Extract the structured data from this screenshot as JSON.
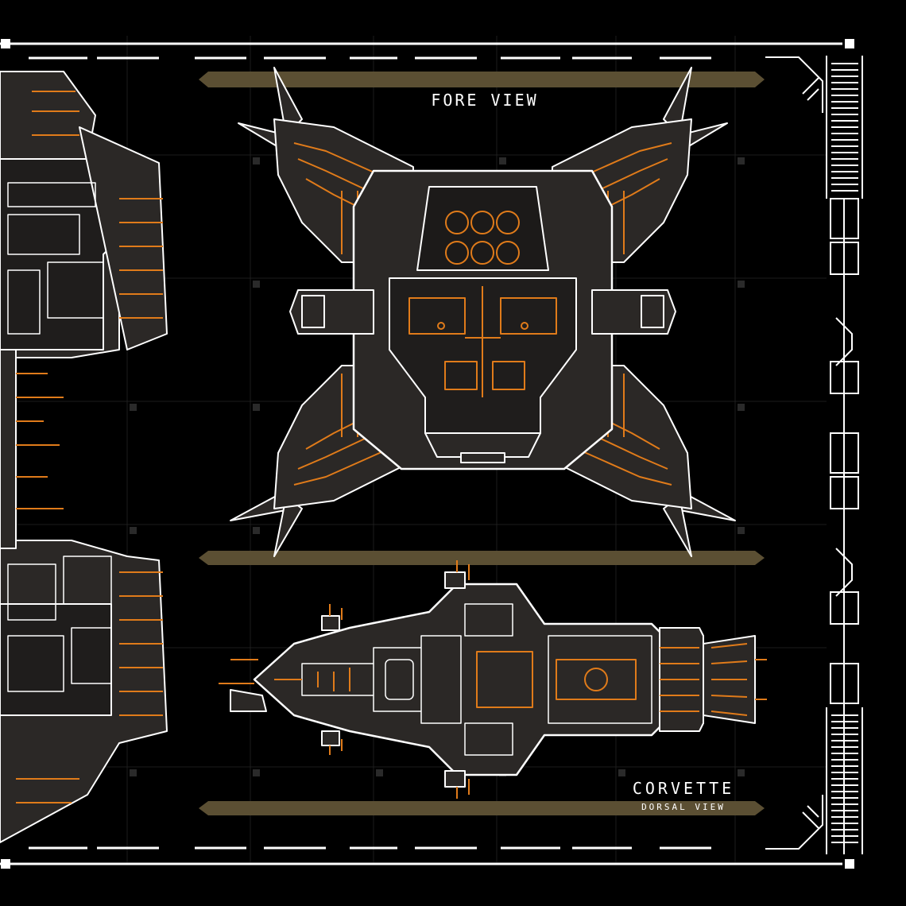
{
  "titles": {
    "fore_view": "FORE VIEW",
    "ship_name": "CORVETTE",
    "dorsal_view": "DORSAL VIEW"
  },
  "colors": {
    "background": "#000000",
    "line": "#ffffff",
    "accent": "#e07b1a",
    "hull": "#2b2826",
    "grid": "#1c1c1c",
    "bar": "#5a4e32"
  }
}
